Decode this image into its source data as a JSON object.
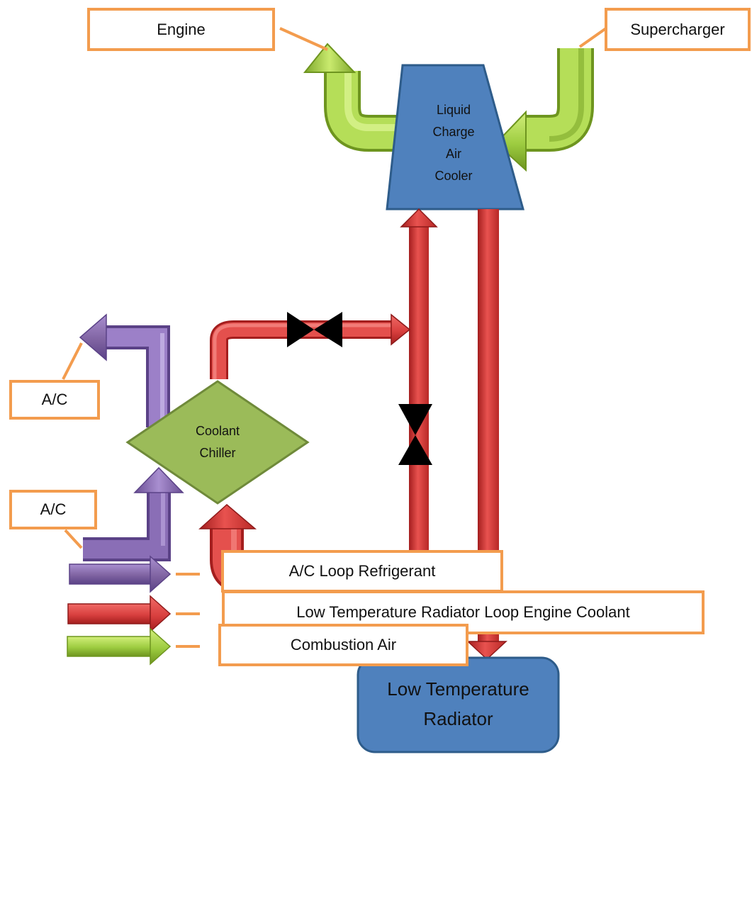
{
  "labels": {
    "engine": "Engine",
    "supercharger": "Supercharger",
    "ac_top": "A/C",
    "ac_bottom": "A/C"
  },
  "nodes": {
    "cooler": {
      "lines": [
        "Liquid",
        "Charge",
        "Air",
        "Cooler"
      ]
    },
    "chiller": {
      "lines": [
        "Coolant",
        "Chiller"
      ]
    },
    "radiator": {
      "lines": [
        "Low Temperature",
        "Radiator"
      ]
    }
  },
  "legend": [
    {
      "label": "A/C Loop Refrigerant",
      "color": "purple"
    },
    {
      "label": "Low Temperature Radiator Loop Engine Coolant",
      "color": "red"
    },
    {
      "label": "Combustion Air",
      "color": "green"
    }
  ],
  "colors": {
    "callout": "#F39C4E",
    "node_blue": "#4F81BD",
    "node_green": "#9BBB59",
    "coolant_red": "#D9403F",
    "refrigerant_purple": "#8064A2",
    "air_green": "#9DCC40",
    "valve": "#000000"
  }
}
